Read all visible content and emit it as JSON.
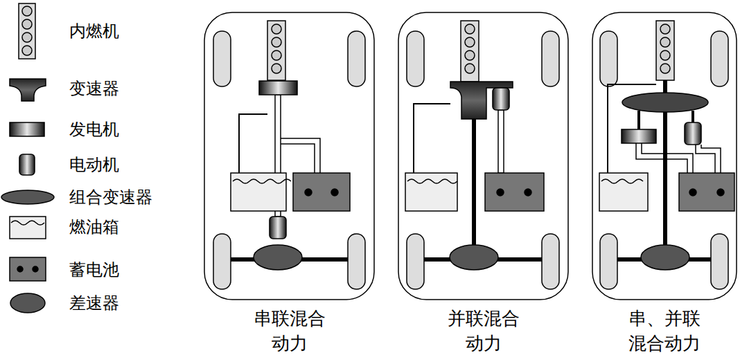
{
  "diagram": {
    "nodes": [
      {
        "text": [
          "串联混合 动力"
        ]
      },
      {
        "text": [
          "并联混合 动力"
        ]
      },
      {
        "text": [
          "串、并联 混合动力"
        ]
      }
    ],
    "legend": [
      {
        "text": "内燃机"
      },
      {
        "text": "变速器"
      },
      {
        "text": "发电机"
      },
      {
        "text": "电动机"
      },
      {
        "text": "组合变速器"
      },
      {
        "text": "燃油箱"
      },
      {
        "text": "蓄电池"
      },
      {
        "text": "差速器"
      }
    ]
  }
}
